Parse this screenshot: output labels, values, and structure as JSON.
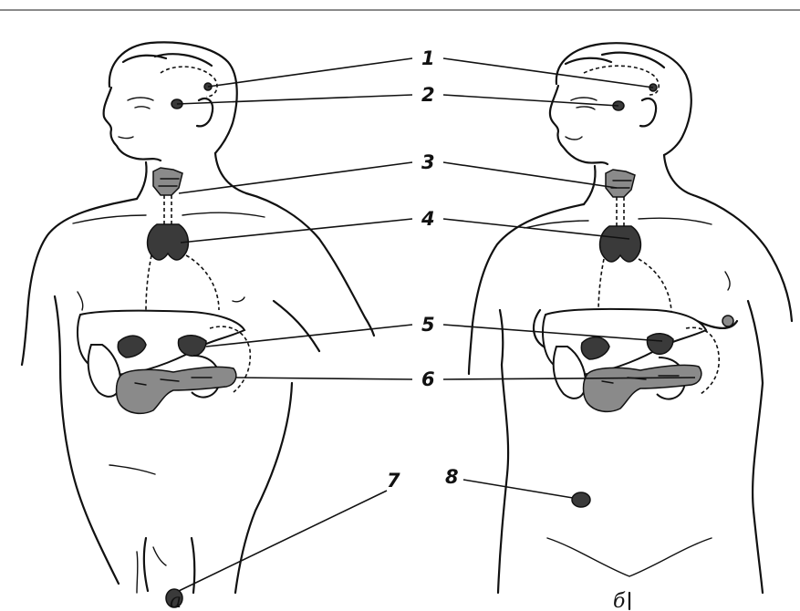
{
  "figure": {
    "panels": [
      {
        "id": "a",
        "label": "а"
      },
      {
        "id": "b",
        "label": "б"
      }
    ],
    "callouts": [
      "1",
      "2",
      "3",
      "4",
      "5",
      "6",
      "7",
      "8"
    ]
  },
  "colors": {
    "ink": "#111111",
    "gland_fill": "#3a3a3a",
    "background": "#ffffff"
  }
}
